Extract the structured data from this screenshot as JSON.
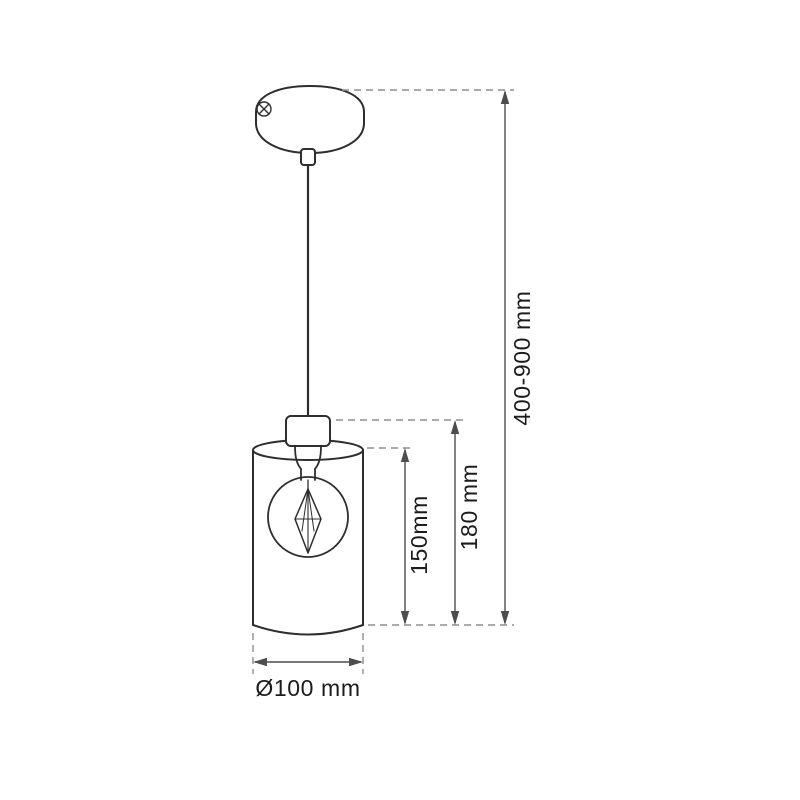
{
  "labels": {
    "overall_height": "400-900 mm",
    "fixture_height": "180 mm",
    "shade_height": "150mm",
    "shade_diameter": "Ø100 mm"
  },
  "colors": {
    "outline": "#2e2e2e",
    "dimension": "#4d4d4d",
    "dashed": "#8f8f8f",
    "text": "#1c1c1c",
    "background": "#ffffff"
  }
}
